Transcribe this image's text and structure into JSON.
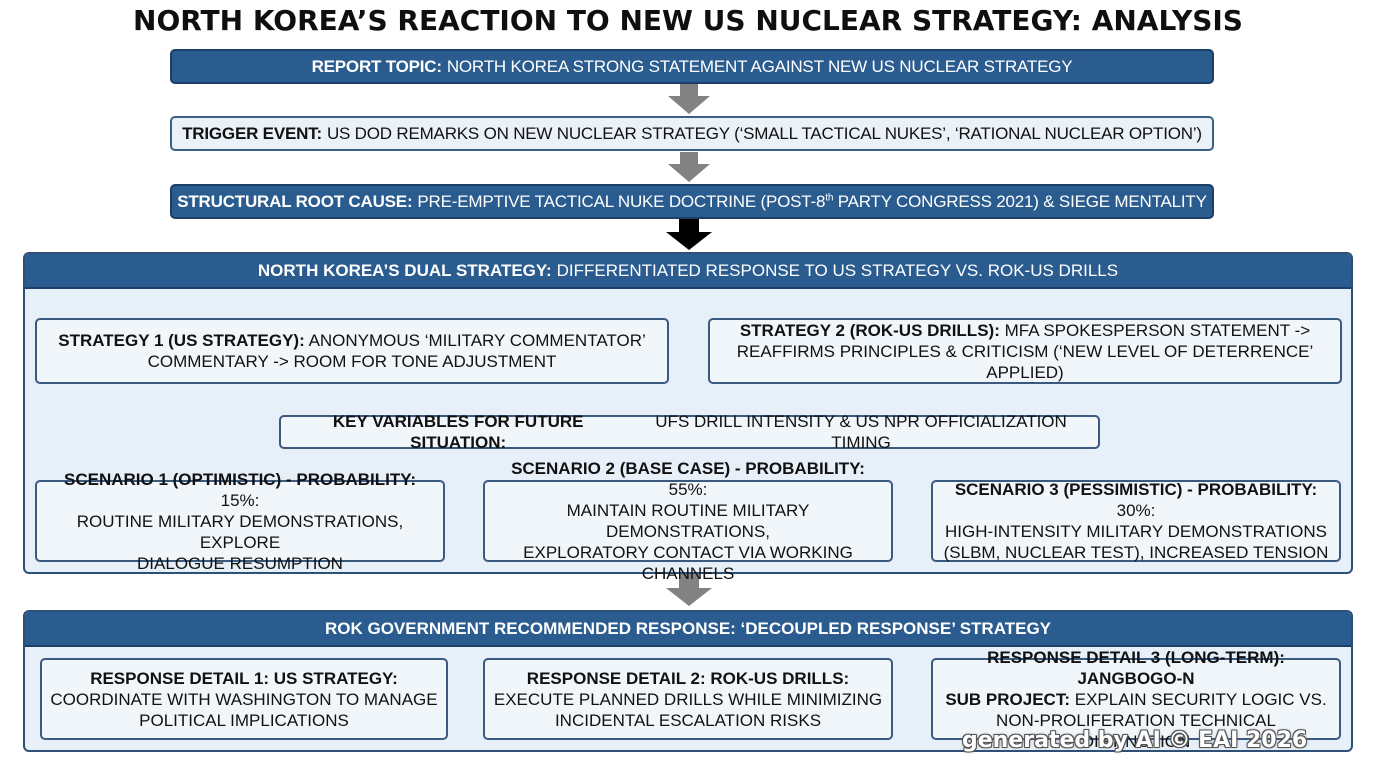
{
  "title": "NORTH KOREA’S REACTION TO NEW US NUCLEAR STRATEGY: ANALYSIS",
  "report_topic": {
    "label": "REPORT TOPIC:",
    "text": "NORTH KOREA STRONG STATEMENT AGAINST NEW US NUCLEAR STRATEGY"
  },
  "trigger_event": {
    "label": "TRIGGER EVENT:",
    "text": "US DOD REMARKS ON NEW NUCLEAR STRATEGY (‘SMALL TACTICAL NUKES’, ‘RATIONAL NUCLEAR OPTION’)"
  },
  "root_cause": {
    "label": "STRUCTURAL ROOT CAUSE:",
    "text_before": "PRE-EMPTIVE TACTICAL NUKE DOCTRINE (POST-8",
    "sup": "th",
    "text_after": " PARTY CONGRESS 2021) & SIEGE MENTALITY"
  },
  "dual_strategy": {
    "label": "NORTH KOREA’S DUAL STRATEGY:",
    "text": "DIFFERENTIATED RESPONSE TO US STRATEGY VS. ROK-US DRILLS",
    "strategy1": {
      "label": "STRATEGY 1 (US STRATEGY):",
      "line1": "ANONYMOUS ‘MILITARY COMMENTATOR’",
      "line2": "COMMENTARY -> ROOM FOR TONE ADJUSTMENT"
    },
    "strategy2": {
      "label": "STRATEGY 2 (ROK-US DRILLS):",
      "line1": "MFA SPOKESPERSON STATEMENT ->",
      "line2": "REAFFIRMS PRINCIPLES & CRITICISM (‘NEW LEVEL OF DETERRENCE’ APPLIED)"
    },
    "key_variables": {
      "label": "KEY VARIABLES FOR FUTURE SITUATION:",
      "text": "UFS DRILL INTENSITY & US NPR OFFICIALIZATION TIMING"
    },
    "scenarios": [
      {
        "label": "SCENARIO 1 (OPTIMISTIC) - PROBABILITY:",
        "prob": "15%:",
        "line2": "ROUTINE MILITARY DEMONSTRATIONS, EXPLORE",
        "line3": "DIALOGUE RESUMPTION"
      },
      {
        "label": "SCENARIO 2 (BASE CASE) - PROBABILITY:",
        "prob": "55%:",
        "line2": "MAINTAIN ROUTINE MILITARY DEMONSTRATIONS,",
        "line3": "EXPLORATORY CONTACT VIA WORKING CHANNELS"
      },
      {
        "label": "SCENARIO 3 (PESSIMISTIC) - PROBABILITY:",
        "prob": "30%:",
        "line2": "HIGH-INTENSITY MILITARY DEMONSTRATIONS",
        "line3": "(SLBM, NUCLEAR TEST), INCREASED TENSION"
      }
    ]
  },
  "rok_response": {
    "header": "ROK GOVERNMENT RECOMMENDED RESPONSE: ‘DECOUPLED RESPONSE’ STRATEGY",
    "details": [
      {
        "line1": "RESPONSE DETAIL 1: US STRATEGY:",
        "line2": "COORDINATE WITH WASHINGTON TO MANAGE",
        "line3": "POLITICAL IMPLICATIONS"
      },
      {
        "line1": "RESPONSE DETAIL 2: ROK-US DRILLS:",
        "line2": "EXECUTE PLANNED DRILLS WHILE MINIMIZING",
        "line3": "INCIDENTAL ESCALATION RISKS"
      },
      {
        "line1": "RESPONSE DETAIL 3 (LONG-TERM): JANGBOGO-N",
        "line2_bold": "SUB PROJECT:",
        "line2": "EXPLAIN SECURITY LOGIC VS.",
        "line3": "NON-PROLIFERATION TECHNICAL DISTINCTION"
      }
    ]
  },
  "watermark": "generated by AI © EAI 2026",
  "colors": {
    "header_blue": "#2b5c8f",
    "border_navy": "#2e4f76",
    "panel_fill": "#e7eff8",
    "arrow_gray": "#808080"
  }
}
